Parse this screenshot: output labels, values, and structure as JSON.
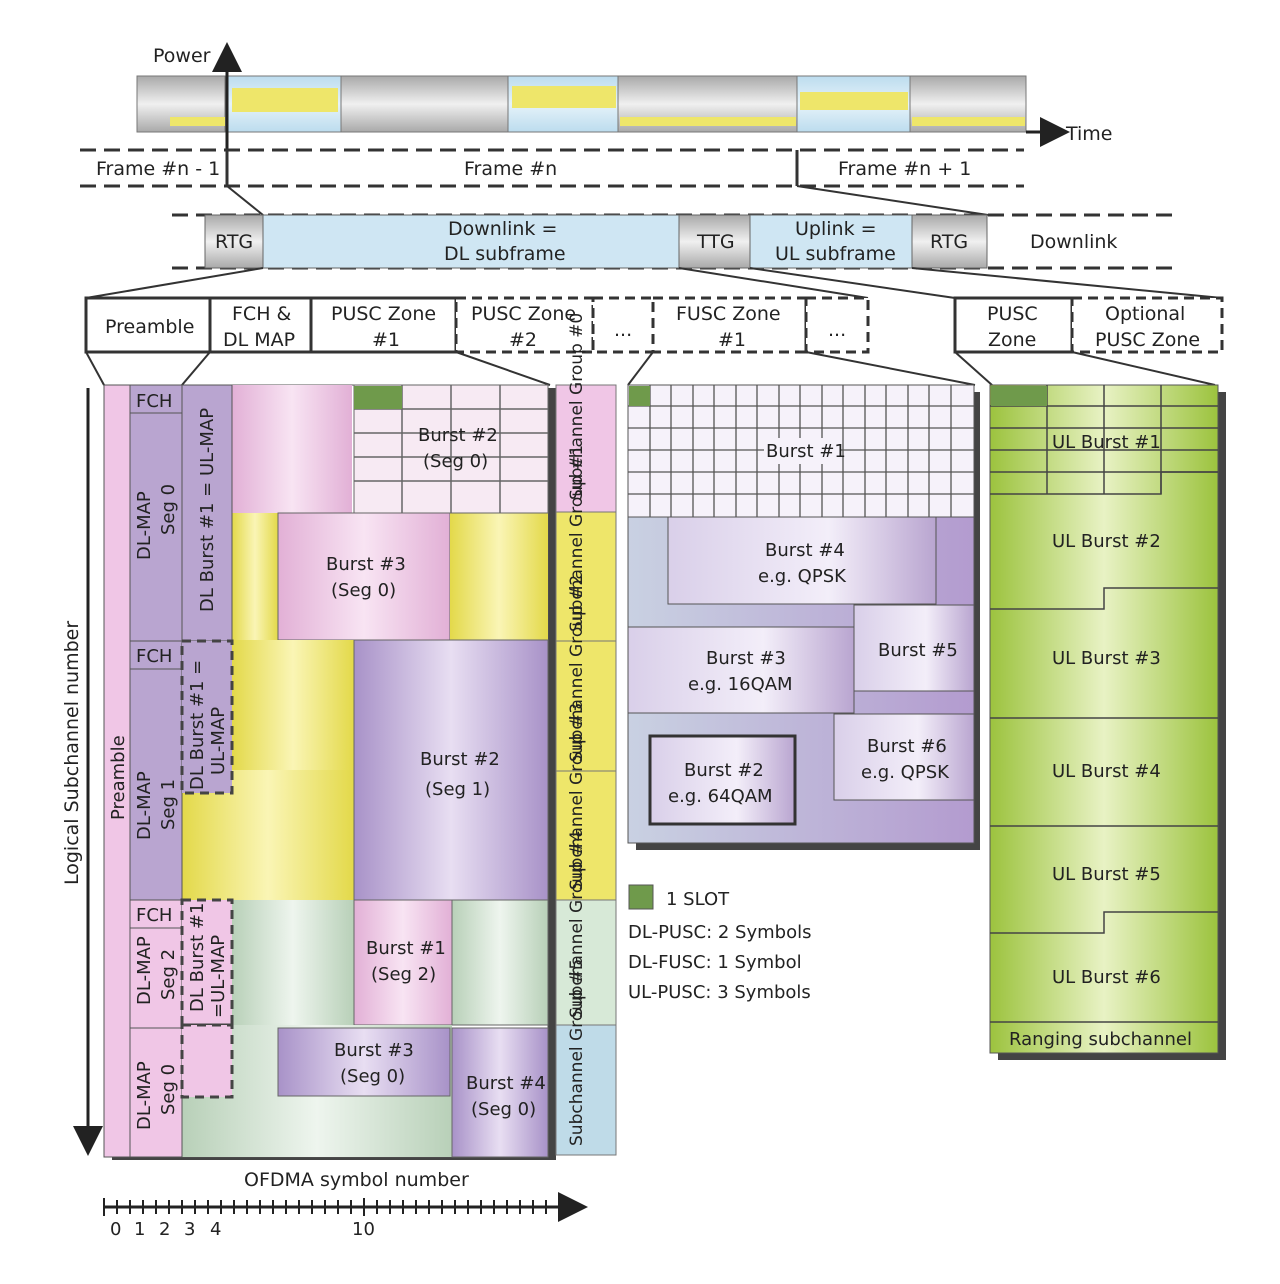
{
  "colors": {
    "blue": "#cfe6f3",
    "yellow": "#eee66a",
    "green": "#a9c94a",
    "lilac": "#d8c3e0",
    "purple": "#b9a5d0",
    "pink": "#f0c6e6",
    "grey": "#c8c8c8",
    "slot": "#6f9a4b"
  },
  "axes": {
    "power": "Power",
    "time": "Time",
    "subchannel": "Logical Subchannel number",
    "symbol": "OFDMA symbol number"
  },
  "frames": {
    "prev": "Frame #n - 1",
    "cur": "Frame #n",
    "next": "Frame #n + 1"
  },
  "subframes": {
    "rtg1": "RTG",
    "dl1": "Downlink =",
    "dl2": "DL subframe",
    "ttg": "TTG",
    "ul1": "Uplink =",
    "ul2": "UL subframe",
    "rtg2": "RTG",
    "downlink": "Downlink"
  },
  "zones": {
    "preamble": "Preamble",
    "fch1": "FCH &",
    "fch2": "DL MAP",
    "pusc1a": "PUSC Zone",
    "pusc1b": "#1",
    "pusc2a": "PUSC Zone",
    "pusc2b": "#2",
    "dots1": "...",
    "fusc1a": "FUSC Zone",
    "fusc1b": "#1",
    "dots2": "...",
    "ulpusca": "PUSC",
    "ulpuscb": "Zone",
    "opt1": "Optional",
    "opt2": "PUSC Zone"
  },
  "pusc": {
    "preamble": "Preamble",
    "fch": "FCH",
    "dlmap": "DL-MAP",
    "seg0": "Seg 0",
    "seg1": "Seg 1",
    "seg2": "Seg 2",
    "dlb0": "DL Burst #1 = UL-MAP",
    "dlb1a": "DL Burst #1 =",
    "dlb1b": "UL-MAP",
    "dlb2a": "DL Burst #1",
    "dlb2b": "=UL-MAP",
    "b2s0a": "Burst #2",
    "b2s0b": "(Seg 0)",
    "b3s0a": "Burst #3",
    "b3s0b": "(Seg 0)",
    "b2s1a": "Burst #2",
    "b2s1b": "(Seg 1)",
    "b1s2a": "Burst #1",
    "b1s2b": "(Seg 2)",
    "b3s0ba": "Burst #3",
    "b3s0bb": "(Seg 0)",
    "b4s0a": "Burst #4",
    "b4s0b": "(Seg 0)",
    "groups": [
      "Subchannel Group #0",
      "Subchannel Group #1",
      "Subchannel Group #2",
      "Subchannel Group #3",
      "Subchannel Group #4",
      "Subchannel Group #5"
    ]
  },
  "fusc": {
    "b1": "Burst #1",
    "b4a": "Burst #4",
    "b4b": "e.g. QPSK",
    "b3a": "Burst #3",
    "b3b": "e.g. 16QAM",
    "b5": "Burst #5",
    "b6a": "Burst #6",
    "b6b": "e.g. QPSK",
    "b2a": "Burst #2",
    "b2b": "e.g. 64QAM"
  },
  "ul": {
    "b1": "UL Burst #1",
    "b2": "UL Burst #2",
    "b3": "UL Burst #3",
    "b4": "UL Burst #4",
    "b5": "UL Burst #5",
    "b6": "UL Burst #6",
    "ranging": "Ranging subchannel"
  },
  "legend": {
    "slot": "1 SLOT",
    "l1": "DL-PUSC: 2 Symbols",
    "l2": "DL-FUSC: 1 Symbol",
    "l3": "UL-PUSC: 3 Symbols"
  },
  "ticks": {
    "t0": "0",
    "t1": "1",
    "t2": "2",
    "t3": "3",
    "t4": "4",
    "t10": "10"
  }
}
